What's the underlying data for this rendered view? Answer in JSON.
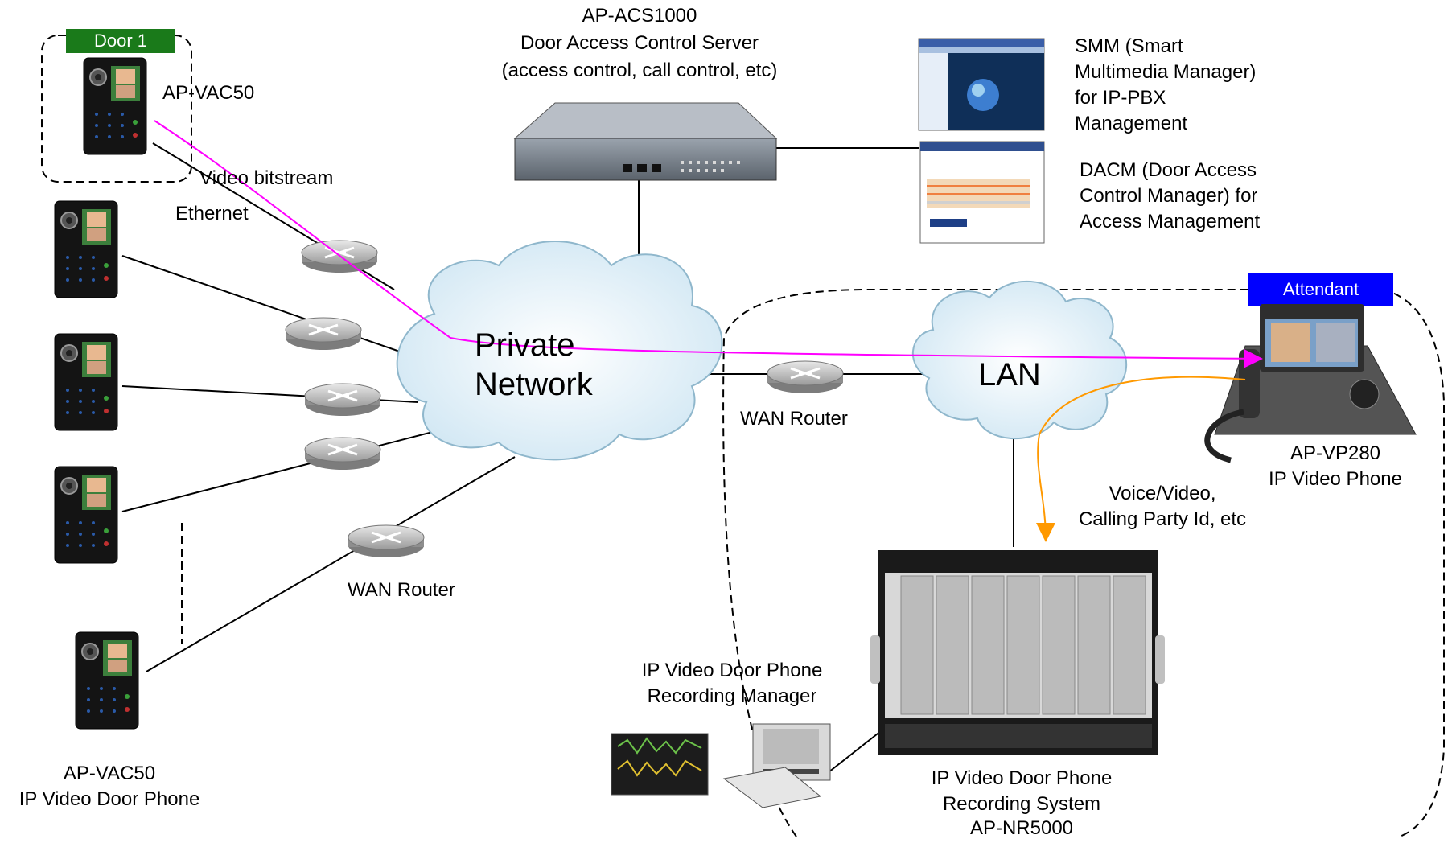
{
  "zones": {
    "door1_label": "Door 1",
    "attendant_label": "Attendant"
  },
  "server": {
    "name": "AP-ACS1000",
    "title": "Door Access Control Server",
    "desc": "(access control, call control, etc)"
  },
  "smm": {
    "line1": "SMM (Smart",
    "line2": "Multimedia Manager)",
    "line3": "for IP-PBX",
    "line4": "Management"
  },
  "dacm": {
    "line1": "DACM (Door Access",
    "line2": "Control Manager) for",
    "line3": "Access Management"
  },
  "door1": {
    "model": "AP-VAC50"
  },
  "flows": {
    "video": "Video bitstream",
    "ethernet": "Ethernet",
    "voice_line1": "Voice/Video,",
    "voice_line2": "Calling Party Id, etc"
  },
  "clouds": {
    "private_line1": "Private",
    "private_line2": "Network",
    "lan": "LAN"
  },
  "routers": {
    "wan_right": "WAN Router",
    "wan_bottom": "WAN Router"
  },
  "phone": {
    "model": "AP-VP280",
    "desc": "IP Video Phone"
  },
  "door_bottom": {
    "model": "AP-VAC50",
    "desc": "IP Video Door Phone"
  },
  "recording_manager": {
    "line1": "IP Video Door Phone",
    "line2": "Recording Manager"
  },
  "recording_system": {
    "line1": "IP Video Door Phone",
    "line2": "Recording System",
    "line3": "AP-NR5000"
  },
  "colors": {
    "door1_tag": "#1a7a1a",
    "attendant_tag": "#0000ff",
    "video_path": "#ff00ff",
    "voice_path": "#ff9900"
  }
}
